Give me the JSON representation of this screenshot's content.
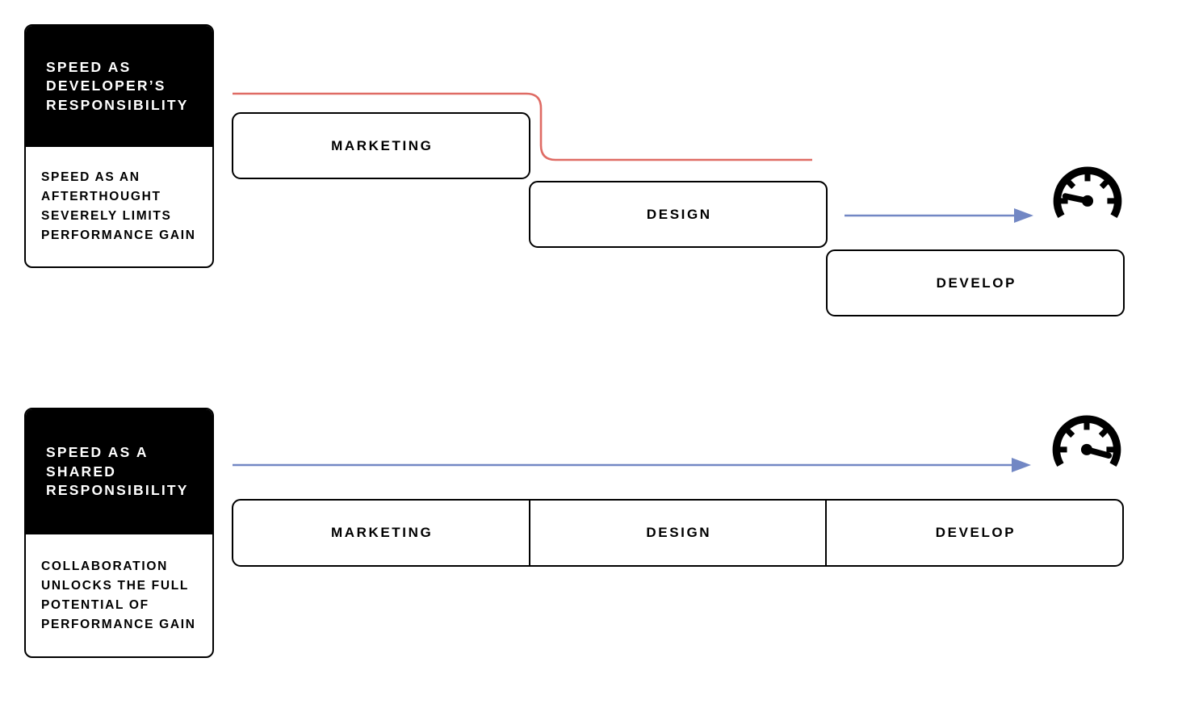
{
  "palette": {
    "accent_red": "#df6b64",
    "accent_blue": "#7287c4",
    "ink": "#000000",
    "background": "#ffffff"
  },
  "top_flow": {
    "card": {
      "title": "SPEED AS\nDEVELOPER’S\nRESPONSIBILITY",
      "description": "SPEED AS AN\nAFTERTHOUGHT\nSEVERELY LIMITS\nPERFORMANCE GAIN"
    },
    "stages": [
      {
        "label": "MARKETING"
      },
      {
        "label": "DESIGN"
      },
      {
        "label": "DEVELOP"
      }
    ],
    "gauge": {
      "icon": "speedometer-icon",
      "state": "slow"
    }
  },
  "bottom_flow": {
    "card": {
      "title": "SPEED AS A\nSHARED\nRESPONSIBILITY",
      "description": "COLLABORATION\nUNLOCKS THE FULL\nPOTENTIAL OF\nPERFORMANCE GAIN"
    },
    "stages": [
      {
        "label": "MARKETING"
      },
      {
        "label": "DESIGN"
      },
      {
        "label": "DEVELOP"
      }
    ],
    "gauge": {
      "icon": "speedometer-icon",
      "state": "fast"
    }
  }
}
